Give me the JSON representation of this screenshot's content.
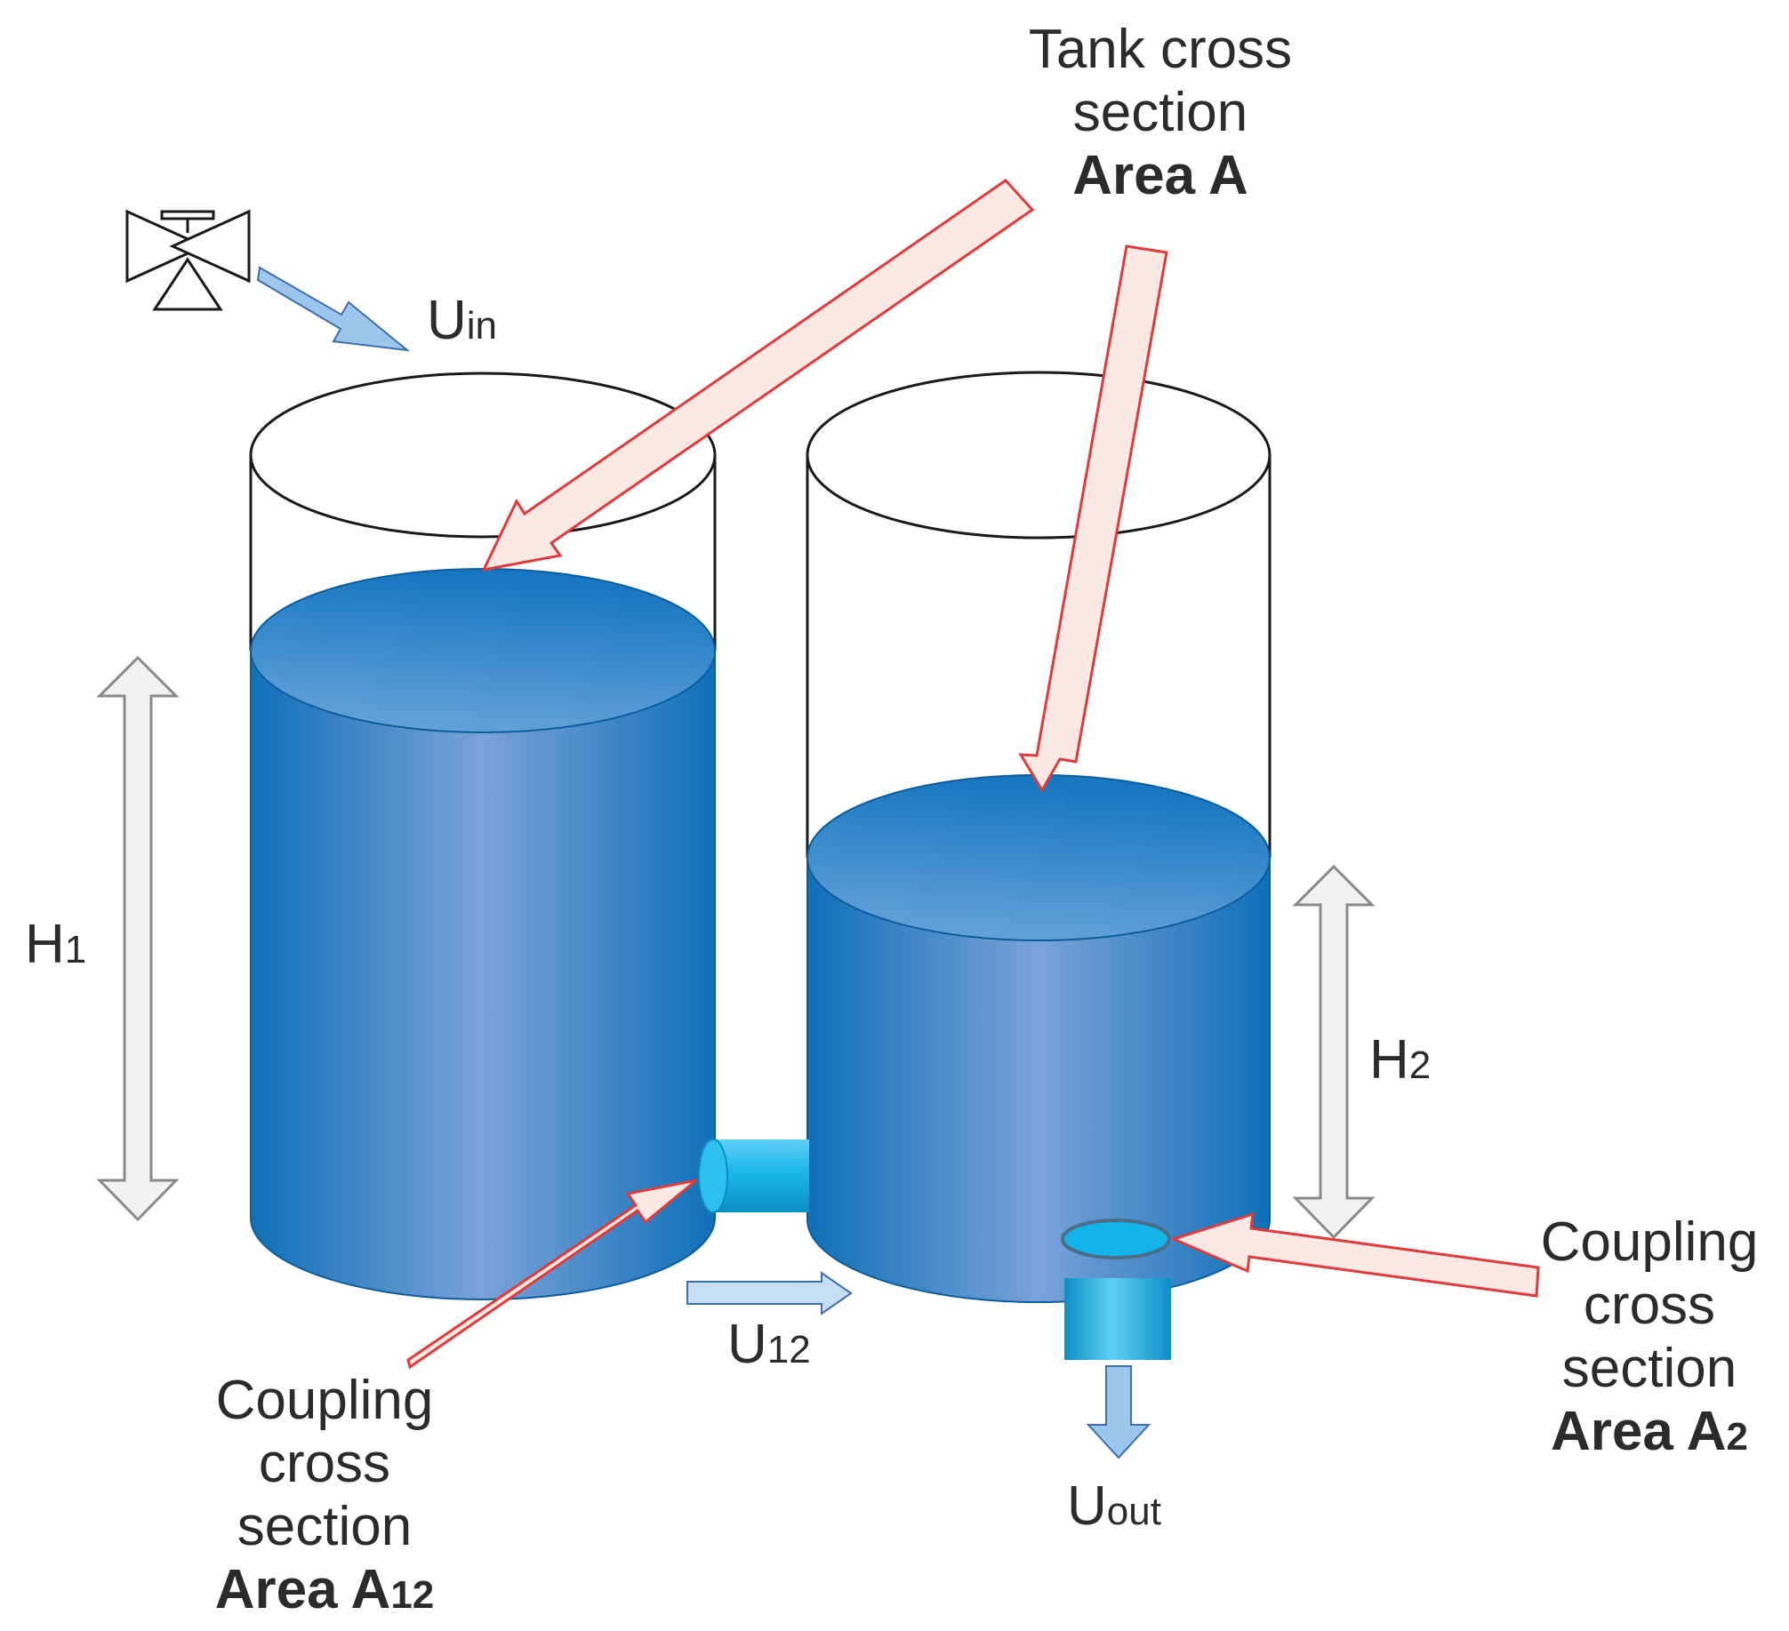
{
  "labels": {
    "u_in": {
      "main": "U",
      "sub": "in"
    },
    "h1": {
      "main": "H",
      "sub": "1"
    },
    "h2": {
      "main": "H",
      "sub": "2"
    },
    "u12": {
      "main": "U",
      "sub": "12"
    },
    "u_out": {
      "main": "U",
      "sub": "out"
    },
    "tank_area": {
      "line1": "Tank cross",
      "line2": "section",
      "line3": "Area A"
    },
    "coupling_a12": {
      "line1": "Coupling",
      "line2": "cross",
      "line3": "section",
      "line4": "Area A",
      "line4_sub": "12"
    },
    "coupling_a2": {
      "line1": "Coupling",
      "line2": "cross",
      "line3": "section",
      "line4": "Area A",
      "line4_sub": "2"
    }
  },
  "colors": {
    "water_dark": "#0f70b8",
    "water_light": "#7aa2d8",
    "pipe": "#19b6e8",
    "callout_stroke": "#e03a3a",
    "callout_fill": "#fde9e4",
    "flow_arrow_fill": "#9cc6ec",
    "flow_arrow_stroke": "#3d6fae",
    "height_arrow_fill": "#f2f2f2",
    "height_arrow_stroke": "#8a8a8a"
  },
  "icons": [
    "valve-icon"
  ]
}
